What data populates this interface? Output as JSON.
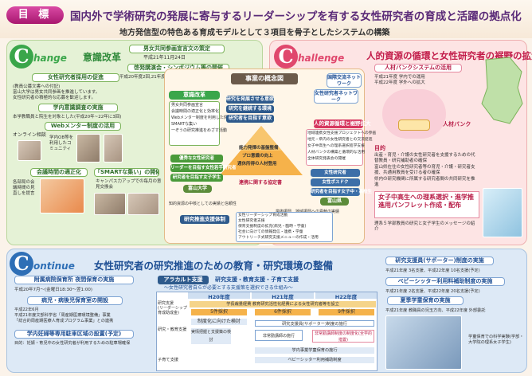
{
  "header": {
    "goal_label": "目 標",
    "goal_text": "国内外で学術研究の発展に寄与するリーダーシップを有する女性研究者の育成と活躍の拠点化",
    "subtitle": "地方発信型の特色ある育成モデルとして３項目を骨子としたシステムの構築"
  },
  "change": {
    "letter": "C",
    "word": "hange",
    "title": "意識改革",
    "items": [
      {
        "label": "男女共同参画宣言文の策定",
        "note": "平成21年11月24日"
      },
      {
        "label": "啓発講演会・シンポジウム等の開催",
        "note": "平成20年度2回,21年度4回,22年度2回(予定)"
      },
      {
        "label": "女性研究者採用の促進",
        "note": "(教員公募文書への付記)\n富山大学は男女共同参画を推進しています。\n女性研究者の積極的な応募を歓迎します。"
      },
      {
        "label": "学内意識調査の実施",
        "note": "本学教職員と院生を対象とした(平成20年~22年に3回)"
      },
      {
        "label": "Webメンター制度の活用",
        "note": "オンライン相談"
      },
      {
        "label": "会議時間の適正化",
        "note": "各部局の会議時間の見直しを提言"
      },
      {
        "label": "「SMARTな集い」の開催",
        "note": "キャンパス力アップでの毎月の意見交換会"
      }
    ],
    "web_side": "学内OB等を利用したコミュニティ"
  },
  "challenge": {
    "letter": "C",
    "word": "hallenge",
    "title": "人的資源の循環と女性研究者の裾野の拡大",
    "bank_title": "人材バンクシステムの活用",
    "bank_note": "平成21年度 学内での運用\n平成22年度 学外への拡大",
    "bank_label": "人材バンク",
    "purpose_label": "目的",
    "purpose_items": [
      "出産・育児・介護の女性研究者を支援するための代替教員・研究補助者の確保",
      "富山県在住の女性研究者等の育児・介護・研究者支援、共通用教員を受ける者の確保",
      "県内の研究機関に所属する研究者間の共同研究を推進"
    ],
    "pamphlet": "女子中高生への理系選択・進学推進用パンフレット作成・配布",
    "pamphlet_note": "理系５学部教員の研究と女子学生のメッセージの紹介",
    "network_label": "国際交流ネットワーク",
    "female_network": "女性研究者ネットワーク"
  },
  "concept": {
    "title": "事業の概念図",
    "left_head": "意識改革",
    "left_items": [
      "男女共同参画宣言",
      "会議時間の適正化と効率化",
      "Webメンター制度を利用した情報",
      "SMARTな集い",
      "一ぞうの研究推進をめざす活動"
    ],
    "right_head": "人的資源循環と裾野拡大",
    "right_items": [
      "地域連携女性支援プロジェクトへの参画",
      "地元・県内の女性研究者との交流促進",
      "女子中高生への理系選択進学支援",
      "人材バンクの構築と循環的な活用",
      "全体研究発表会の開催"
    ],
    "center": [
      "研究を発展させる意欲",
      "研究を継続する環境",
      "研究者を目指す意欲"
    ],
    "pyramid": [
      "能力発揮の基盤整備",
      "プロ意識の向上",
      "週休所得の人材登用"
    ],
    "left_list": [
      "優秀な女性研究者",
      "リーダーを目指す女性若手研究者",
      "研究者を目指す女子学生"
    ],
    "univ": "富山大学",
    "right_list": [
      "女性研究者",
      "女性ポスドク",
      "研究者を目指す女子中・高校生"
    ],
    "pref": "富山県",
    "cooperation": "連携に関する協定書",
    "left_bottom": "知的資源の中核としての実績と信頼性",
    "right_bottom": "学術振興、地域振興への貢献の実績",
    "support_head": "研究推進支援体制",
    "support_items": [
      "女性リーダーシップ育成活動",
      "女性研究者支援",
      "保育支援制度の拡充(病児・臨時・学童)",
      "社会に向けての情報発信・連携・学童",
      "アウトリーチ式研究支援メニューの作成・活用"
    ]
  },
  "continue": {
    "letter": "C",
    "word": "ontinue",
    "title": "女性研究者の研究推進のための教育・研究環境の整備",
    "left_items": [
      {
        "label": "附属病院保育所 夜間保育の実施",
        "note": "平成20年7月～(金曜日18:30～翌1:00)"
      },
      {
        "label": "病児・病後児保育室の開設",
        "note": "平成22年6月\n平成21年度文部科学省「周産期医療環境整備」事業\n「総合的周産期医療人育成プログラム事業」との連携"
      },
      {
        "label": "学内妊婦等専用駐車区域の設置(予定)",
        "note": "目的：妊娠・育児中の女性研究者が利用するための駐車場確保"
      }
    ],
    "alacart": "アラカルト支援",
    "alacart_sub": "研究支援・教育支援・子育て支援",
    "alacart_note": "～女性研究者自らが必要とする支援策を選択できる仕組み～",
    "table_cols": [
      "H20年度",
      "H21年度",
      "H22年度"
    ],
    "row_head_1": "研究支援\n(リーダーシップ育成助成金)",
    "row1_bar": "学長裁量経費 教育研究活性化経費による女性研究者等を設立",
    "row1_a": "5件採択",
    "row1_b": "6件採択",
    "row1_c": "9件採択",
    "row_head_2": "研究・教育支援",
    "row2_a": "制度化に向けた検討",
    "row2_b": "実情把握と支援策の検討",
    "row2_c": "研究支援員(サポーター)制度の施行",
    "row2_d": "非常勤講師の施行",
    "row2_e": "非常勤講師制度の制度化(全学的措置)",
    "row_head_3": "子育て支援",
    "row3_a": "学内事業学童保育の施行",
    "row3_b": "ベビーシッター利用補助制度",
    "right_items": [
      {
        "label": "研究支援員(サポーター)制度の実施",
        "note": "平成21年度 3名支援、平成22年度 10名支援(予定)"
      },
      {
        "label": "ベビーシッター利用料補助制度の実施",
        "note": "平成21年度 2名支援、平成22年度 20名支援(予定)"
      },
      {
        "label": "夏季学童保育の実施",
        "note": "平成21年度 教職員の児玉方向、平成22年度 外部委託"
      }
    ],
    "gakudo_note": "学童保育での科学実験(学部・大学院の理系女子学生)"
  },
  "colors": {
    "green": "#3aa64a",
    "red": "#e0476d",
    "blue": "#2e6fb6",
    "purple": "#5a2a78"
  }
}
